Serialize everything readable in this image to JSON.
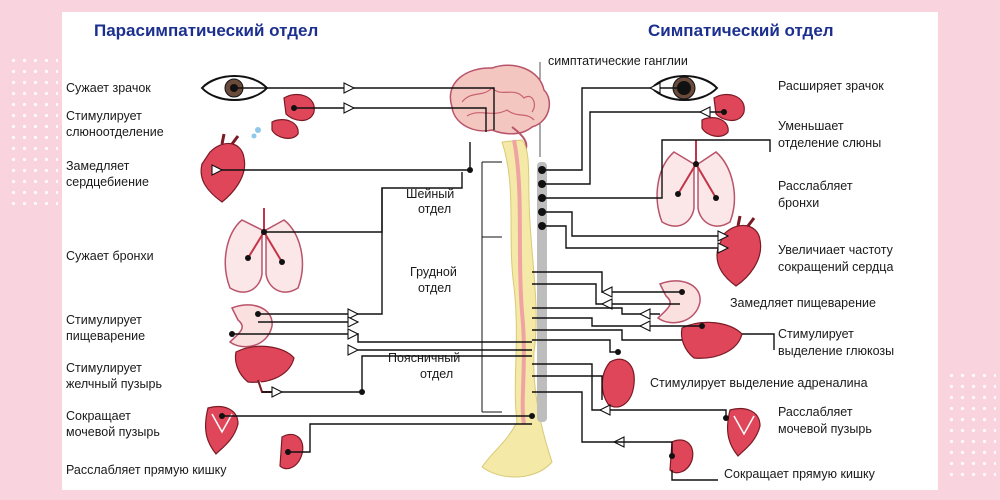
{
  "titles": {
    "parasympathetic": "Парасимпатический отдел",
    "sympathetic": "Симпатический отдел"
  },
  "ganglia_label": "симптатические ганглии",
  "spine_sections": {
    "cervical": [
      "Шейный",
      "отдел"
    ],
    "thoracic": [
      "Грудной",
      "отдел"
    ],
    "lumbar": [
      "Поясничный",
      "отдел"
    ]
  },
  "parasympathetic_effects": [
    [
      "Сужает зрачок"
    ],
    [
      "Стимулирует",
      "слюноотделение"
    ],
    [
      "Замедляет",
      "сердцебиение"
    ],
    [
      "Сужает бронхи"
    ],
    [
      "Стимулирует",
      "пищеварение"
    ],
    [
      "Стимулирует",
      "желчный пузырь"
    ],
    [
      "Сокращает",
      "мочевой пузырь"
    ],
    [
      "Расслабляет прямую кишку"
    ]
  ],
  "sympathetic_effects": [
    [
      "Расширяет зрачок"
    ],
    [
      "Уменьшает",
      "отделение слюны"
    ],
    [
      "Расслабляет",
      "бронхи"
    ],
    [
      "Увеличиает частоту",
      "сокращений сердца"
    ],
    [
      "Замедляет пищеварение"
    ],
    [
      "Стимулирует",
      "выделение глюкозы"
    ],
    [
      "Стимулирует выделение адреналина"
    ],
    [
      "Расслабляет",
      "мочевой пузырь"
    ],
    [
      "Сокращает прямую кишку"
    ]
  ],
  "colors": {
    "title": "#1b2f8f",
    "organ": "#e0465a",
    "nerve": "#111111",
    "spine": "#f4e9a6",
    "ganglia": "#9a9a9a",
    "frame": "#f9d3dd"
  }
}
